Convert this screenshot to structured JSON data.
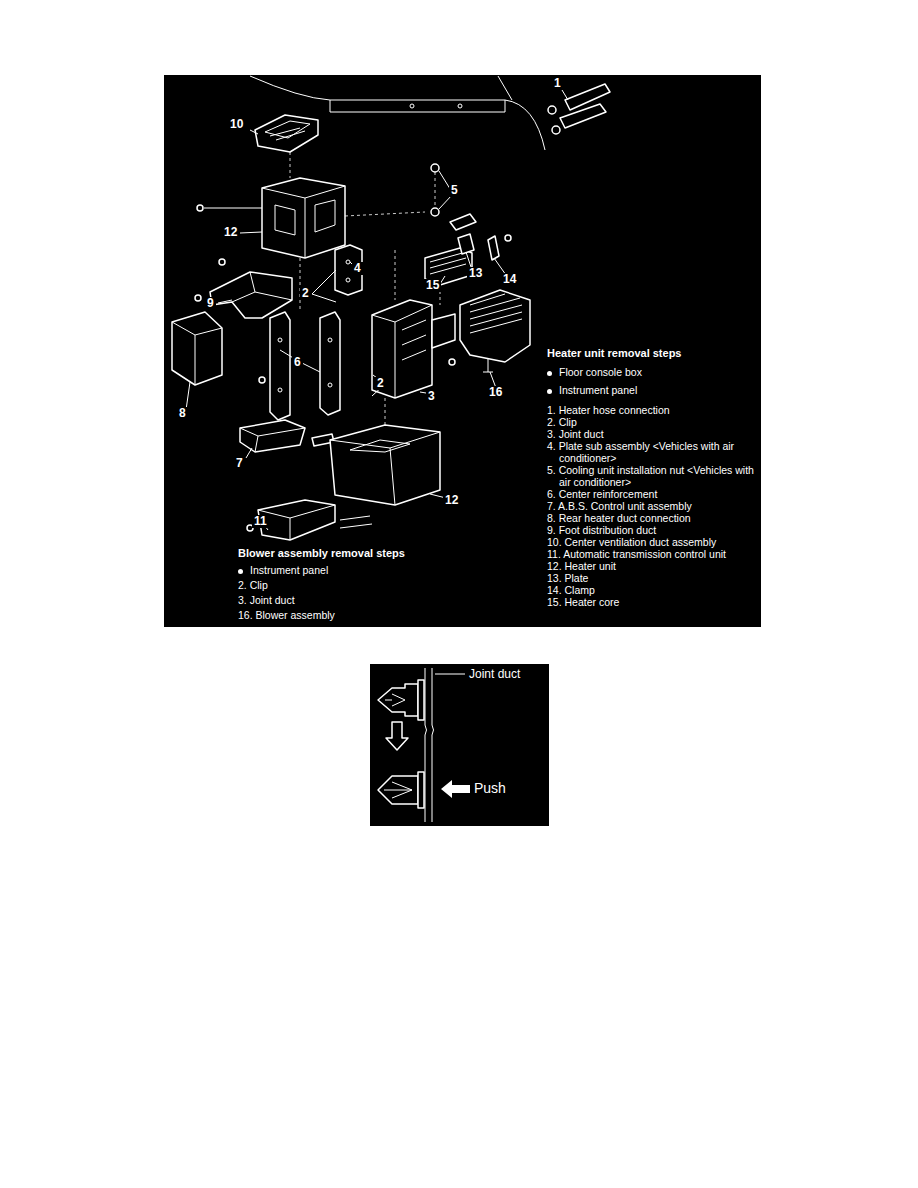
{
  "diagram": {
    "nodes": [
      {
        "text": [
          "Heater unit removal steps",
          "Floor console box",
          "Instrument panel",
          "1. Heater hose connection",
          "2. Clip",
          "3. Joint duct",
          "4. Plate sub assembly <Vehicles with air conditioner>",
          "5. Cooling unit installation nut <Vehicles with air conditioner>",
          "6. Center reinforcement",
          "7. A.B.S. Control unit assembly",
          "8. Rear heater duct connection",
          "9. Foot distribution duct",
          "10. Center ventilation duct assembly",
          "11. Automatic transmission control unit",
          "12. Heater unit",
          "13. Plate",
          "14. Clamp",
          "15. Heater core",
          "Blower assembly removal steps",
          "Instrument panel",
          "2. Clip",
          "3. Joint duct",
          "16. Blower assembly"
        ]
      },
      {
        "text": [
          "Joint duct",
          "Push"
        ]
      }
    ],
    "labels": [
      "1",
      "10",
      "5",
      "12",
      "4",
      "2",
      "9",
      "15",
      "13",
      "14",
      "6",
      "2",
      "3",
      "8",
      "16",
      "7",
      "12",
      "11"
    ]
  }
}
